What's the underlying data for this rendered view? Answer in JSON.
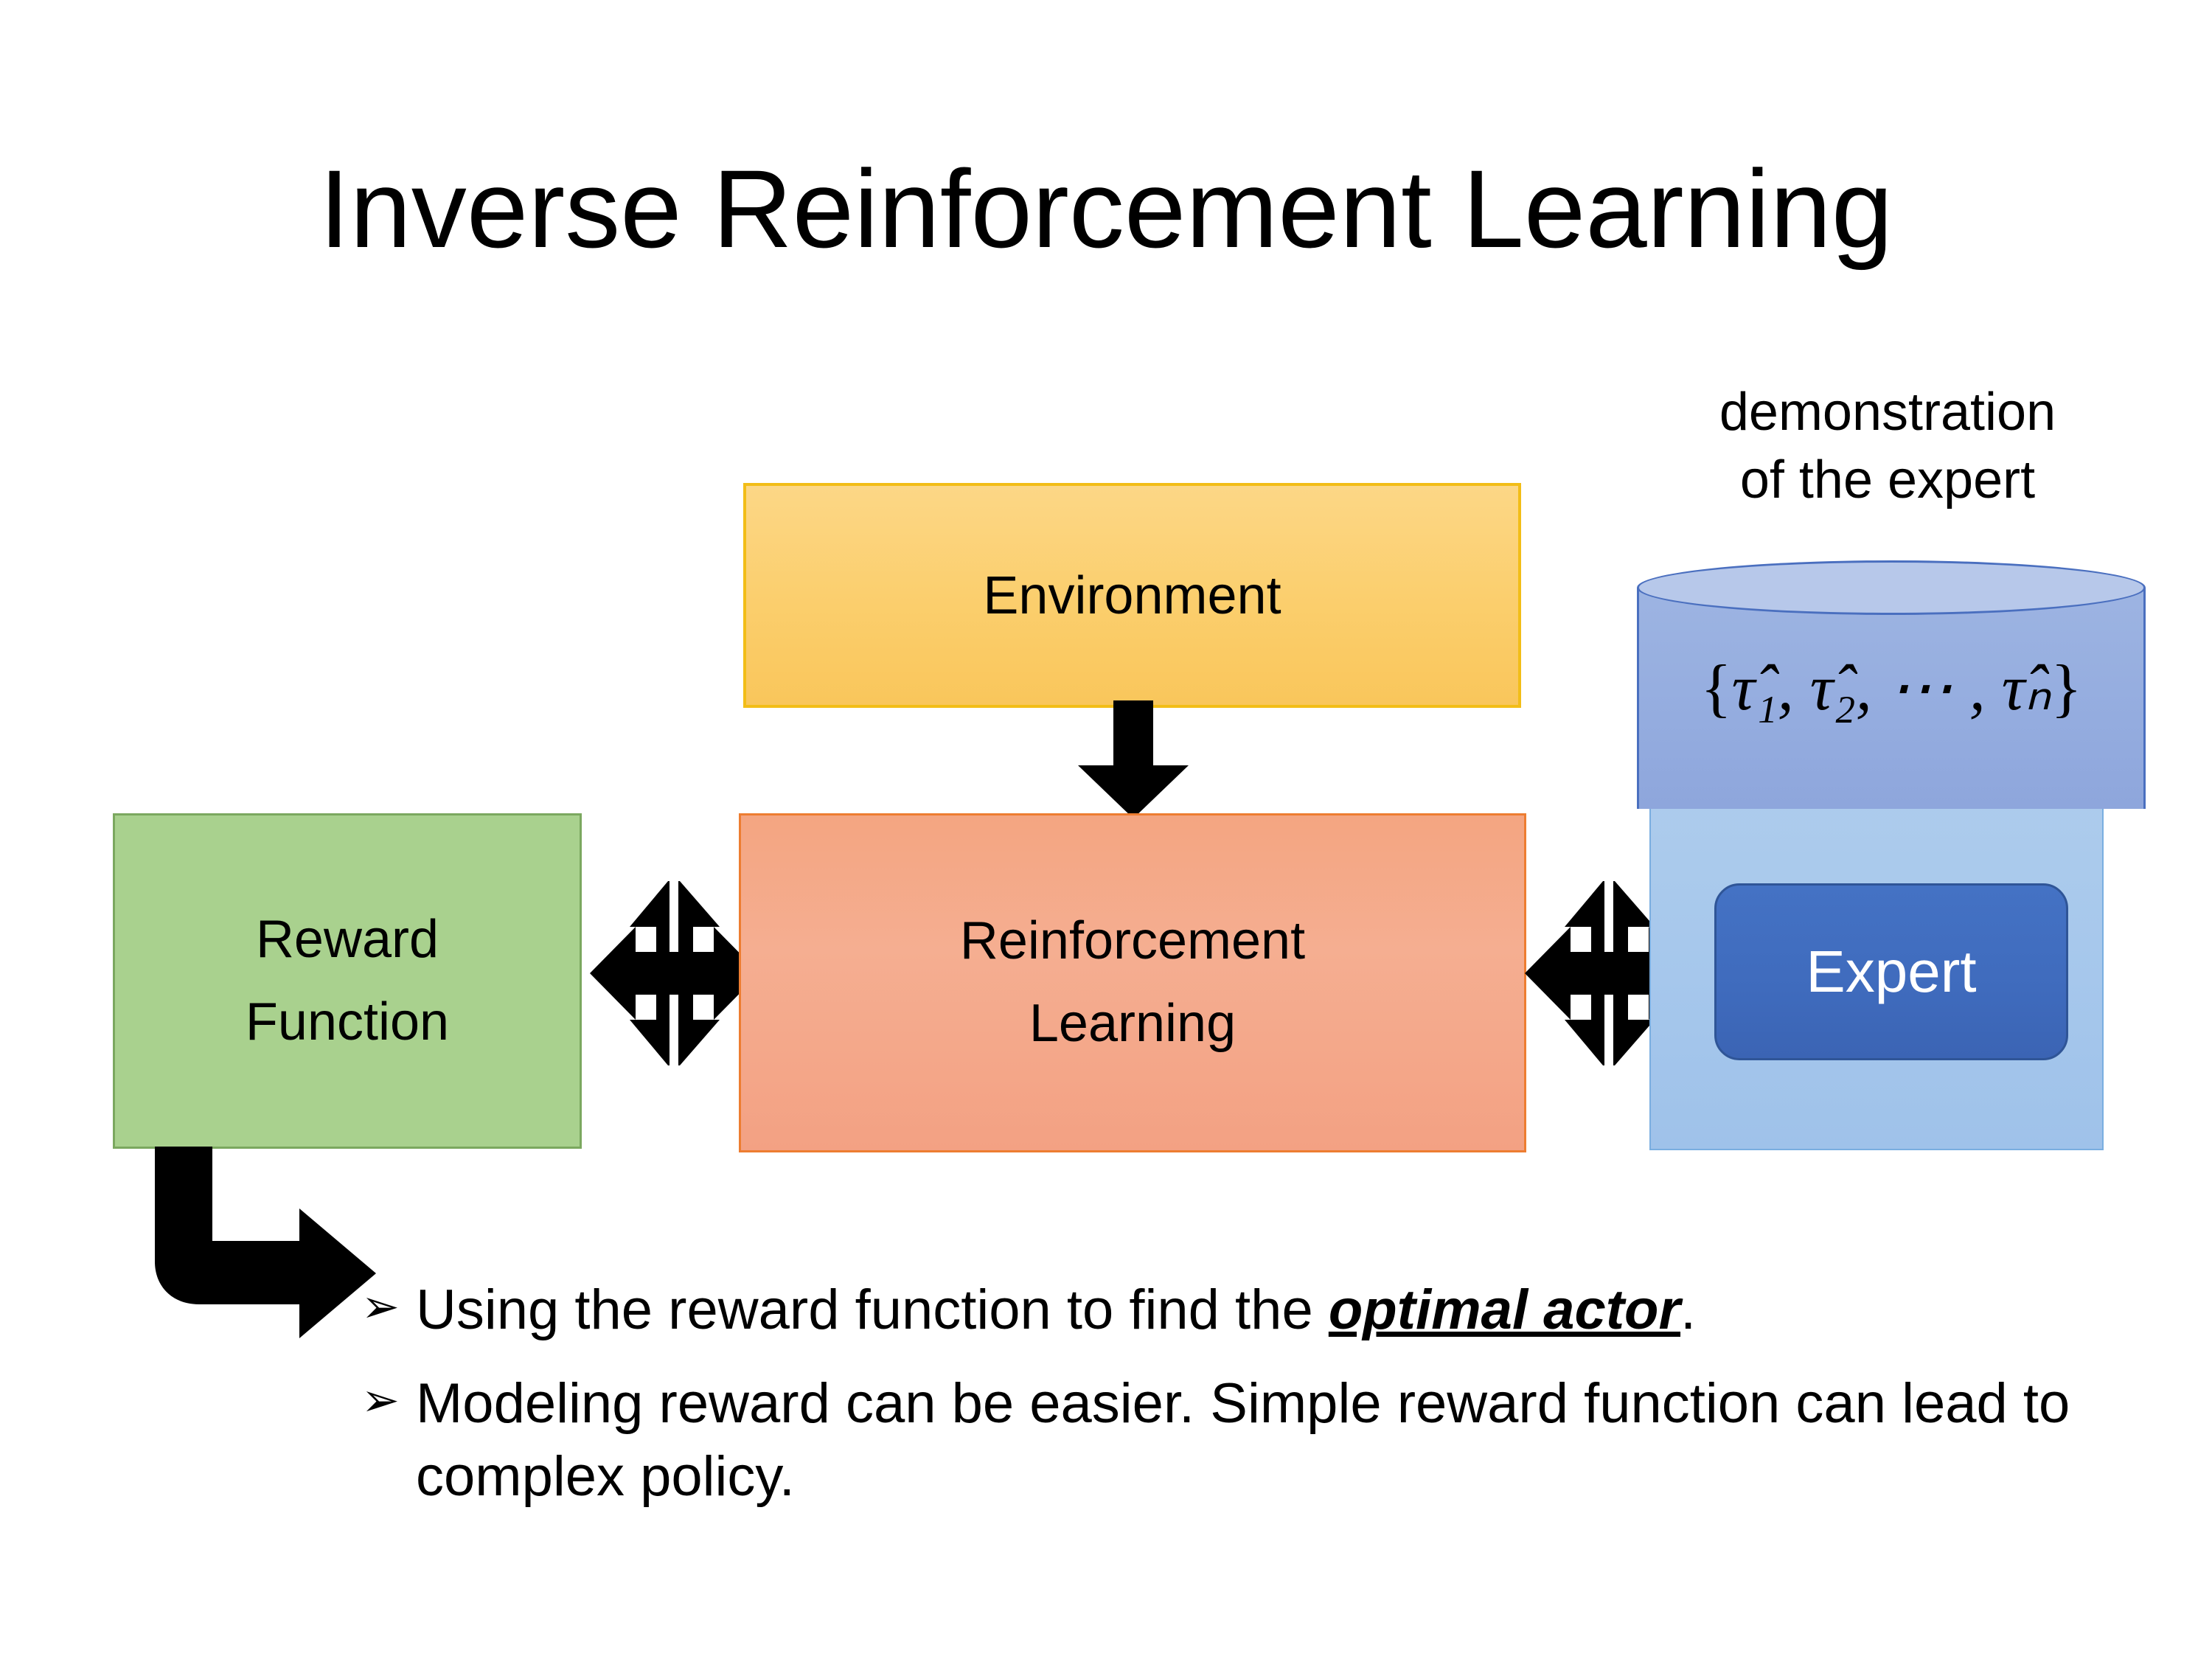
{
  "slide": {
    "title": "Inverse Reinforcement Learning",
    "background_color": "#FFFFFF"
  },
  "diagram": {
    "environment_box": {
      "label": "Environment",
      "fill_color": "#FBCE6C",
      "border_color": "#F2BD17"
    },
    "reinforcement_learning_box": {
      "label_line1": "Reinforcement",
      "label_line2": "Learning",
      "fill_color": "#F4A581",
      "border_color": "#ED7D31"
    },
    "reward_function_box": {
      "label_line1": "Reward",
      "label_line2": "Function",
      "fill_color": "#A9D18E",
      "border_color": "#7BA85F"
    },
    "demonstration": {
      "caption_line1": "demonstration",
      "caption_line2": "of the expert",
      "cylinder_formula_open": "{",
      "cylinder_formula": "τ̂₁, τ̂₂, ⋯ , τ̂ₙ",
      "cylinder_fill_color": "#94ACDF",
      "cylinder_border_color": "#4A6FBF"
    },
    "expert_panel": {
      "fill_color": "#A7C8EC",
      "border_color": "#7AAEE0"
    },
    "expert_button": {
      "label": "Expert",
      "fill_color": "#4472C4",
      "border_color": "#2F5597",
      "text_color": "#FFFFFF"
    },
    "connectors": {
      "environment_to_rl": "down-arrow",
      "reward_to_rl": "four-way-arrow",
      "rl_to_expert": "four-way-arrow",
      "reward_to_bullet": "elbow-arrow",
      "arrow_color": "#000000"
    }
  },
  "bullets": {
    "marker": "➢",
    "items": [
      {
        "prefix": "Using the reward function to find the ",
        "emphasis": "optimal actor",
        "suffix": "."
      },
      {
        "prefix": "Modeling reward can be easier. Simple reward function can lead to complex policy.",
        "emphasis": "",
        "suffix": ""
      }
    ]
  }
}
